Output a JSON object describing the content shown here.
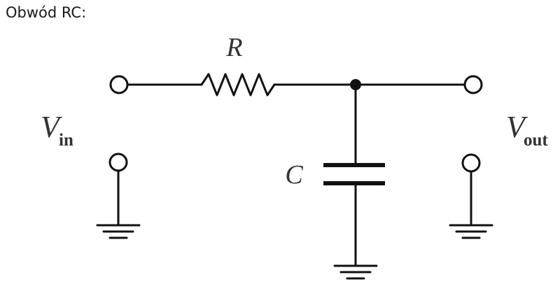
{
  "heading": "Obwód RC:",
  "labels": {
    "resistor": "R",
    "capacitor": "C",
    "vin_main": "V",
    "vin_sub": "in",
    "vout_main": "V",
    "vout_sub": "out"
  }
}
